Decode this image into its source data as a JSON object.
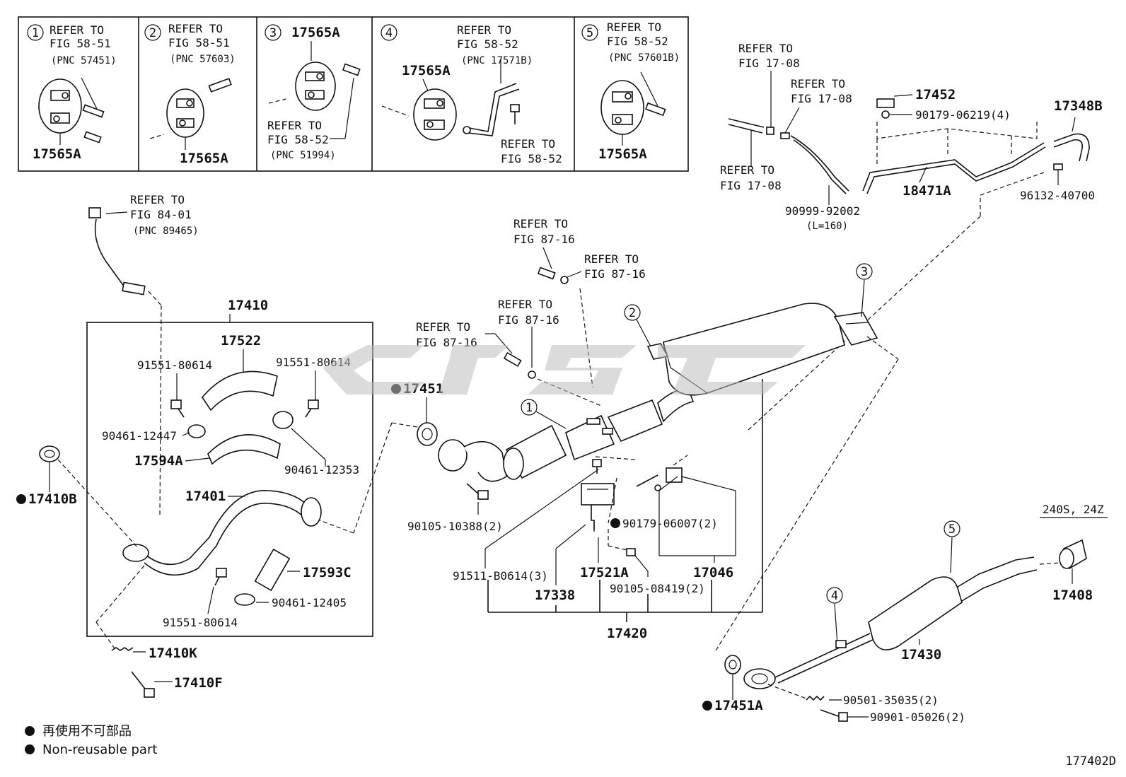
{
  "refer_to": "REFER TO",
  "insets": [
    {
      "num": "1",
      "ref_fig": "FIG 58-51",
      "pnc": "(PNC 57451)",
      "part": "17565A"
    },
    {
      "num": "2",
      "ref_fig": "FIG 58-51",
      "pnc": "(PNC 57603)",
      "part": "17565A"
    },
    {
      "num": "3",
      "part": "17565A",
      "ref_fig": "FIG 58-52",
      "pnc": "(PNC 51994)"
    },
    {
      "num": "4",
      "part": "17565A",
      "ref_fig": "FIG 58-52",
      "pnc": "(PNC 17571B)",
      "ref_fig2": "FIG 58-52"
    },
    {
      "num": "5",
      "ref_fig": "FIG 58-52",
      "pnc": "(PNC 57601B)",
      "part": "17565A"
    }
  ],
  "top_right": {
    "ref_a": "FIG 17-08",
    "ref_b": "FIG 17-08",
    "ref_c": "FIG 17-08",
    "p17452": "17452",
    "p90179_06219": "90179-06219(4)",
    "p17348B": "17348B",
    "p18471A": "18471A",
    "p90999": "90999-92002",
    "p90999_len": "(L=160)",
    "p96132": "96132-40700"
  },
  "sensor": {
    "ref_fig": "FIG 84-01",
    "pnc": "(PNC 89465)"
  },
  "group_17410": {
    "title": "17410",
    "p17522": "17522",
    "p91551_a": "91551-80614",
    "p91551_b": "91551-80614",
    "p90461_12447": "90461-12447",
    "p17594A": "17594A",
    "p90461_12353": "90461-12353",
    "p17401": "17401",
    "p17593C": "17593C",
    "p91551_c": "91551-80614",
    "p90461_12405": "90461-12405"
  },
  "left_parts": {
    "p17410B": "17410B",
    "p17410K": "17410K",
    "p17410F": "17410F"
  },
  "center": {
    "ref_87a": "FIG 87-16",
    "ref_87b": "FIG 87-16",
    "ref_87c": "FIG 87-16",
    "ref_87d": "FIG 87-16",
    "p17451": "17451",
    "p90105_10388": "90105-10388(2)",
    "p90179_06007": "90179-06007(2)",
    "p91511": "91511-B0614(3)",
    "p17521A": "17521A",
    "p17046": "17046",
    "p17338": "17338",
    "p90105_08419": "90105-08419(2)",
    "p17420": "17420"
  },
  "right_parts": {
    "variant": "240S, 24Z",
    "p17408": "17408",
    "p17430": "17430",
    "p17451A": "17451A",
    "p90501": "90501-35035(2)",
    "p90901": "90901-05026(2)"
  },
  "callouts": [
    "1",
    "2",
    "3",
    "4",
    "5"
  ],
  "legend": {
    "jp": "再使用不可部品",
    "en": "Non-reusable part"
  },
  "figure_id": "177402D"
}
